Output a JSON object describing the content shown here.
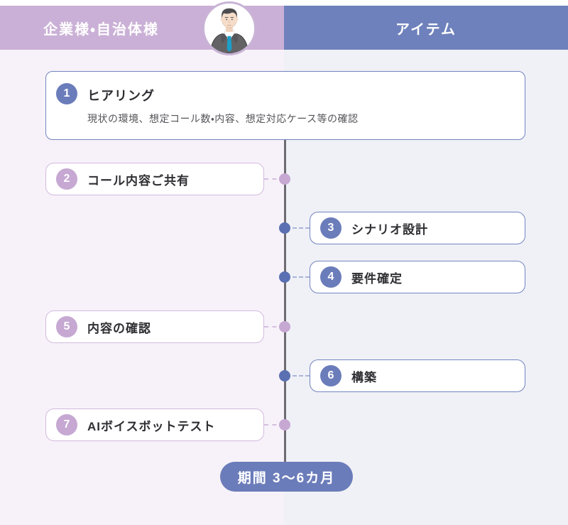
{
  "header": {
    "left_label": "企業様・自治体様",
    "right_label": "アイテム",
    "avatar_icon": "businessman-avatar"
  },
  "columns": {
    "left": "企業様・自治体様",
    "right": "アイテム"
  },
  "steps": [
    {
      "number": "1",
      "title": "ヒアリング",
      "description": "現状の環境、想定コール数・内容、想定対応ケース等の確認",
      "side": "full",
      "color": "blue"
    },
    {
      "number": "2",
      "title": "コール内容ご共有",
      "side": "left",
      "color": "purple"
    },
    {
      "number": "3",
      "title": "シナリオ設計",
      "side": "right",
      "color": "blue"
    },
    {
      "number": "4",
      "title": "要件確定",
      "side": "right",
      "color": "blue"
    },
    {
      "number": "5",
      "title": "内容の確認",
      "side": "left",
      "color": "purple"
    },
    {
      "number": "6",
      "title": "構築",
      "side": "right",
      "color": "blue"
    },
    {
      "number": "7",
      "title": "AIボイスボットテスト",
      "side": "left",
      "color": "purple"
    }
  ],
  "footer": {
    "duration_label": "期間 3〜6カ月"
  },
  "colors": {
    "header_left_bg": "#cab0d6",
    "header_right_bg": "#6e81bc",
    "left_column_bg": "#f7f2f9",
    "right_column_bg": "#eff1f6",
    "badge_blue": "#6b7cba",
    "badge_purple": "#c6a8d3",
    "box_border_blue": "#7384c0",
    "box_border_purple": "#d2bade",
    "dot_blue": "#5a70b2",
    "dot_purple": "#c6a8d3",
    "timeline_line": "#6f6b72",
    "pill_bg": "#6b7cba",
    "tie_accent": "#1b9ec8"
  }
}
